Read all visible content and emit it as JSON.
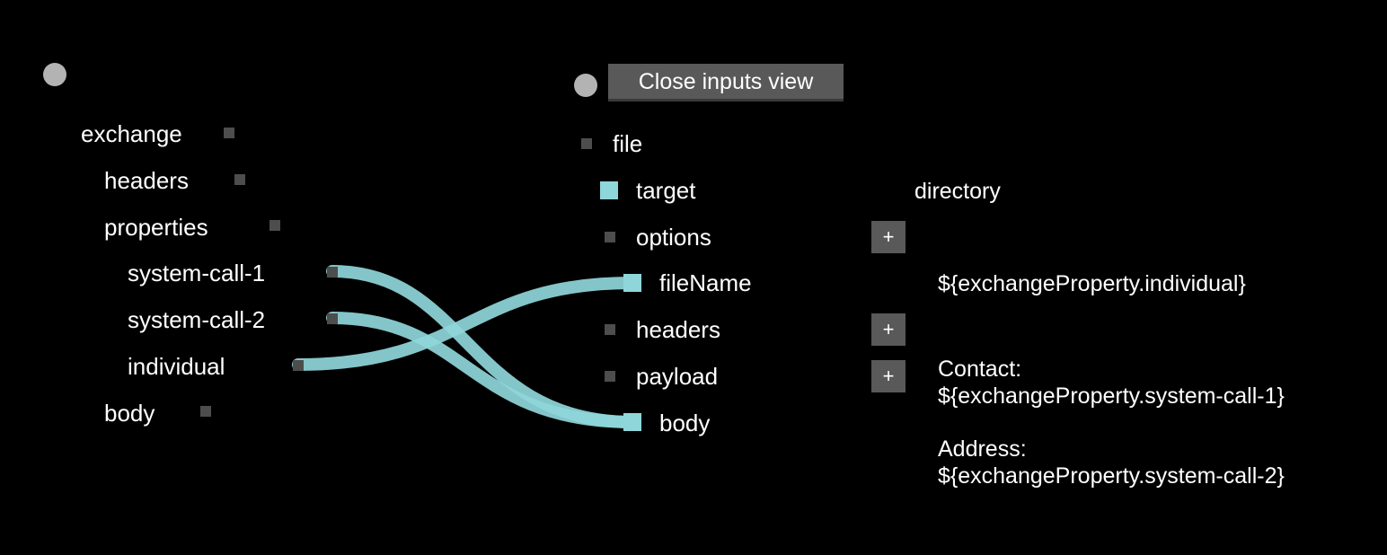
{
  "colors": {
    "background": "#000000",
    "link": "#8fd6da",
    "port": "#4d4d4d",
    "port_connected": "#8fd6da",
    "button": "#595959",
    "handle": "#b3b3b3"
  },
  "source_tree": {
    "root": "exchange",
    "headers": "headers",
    "properties": "properties",
    "system_call_1": "system-call-1",
    "system_call_2": "system-call-2",
    "individual": "individual",
    "body": "body"
  },
  "toolbar": {
    "close_inputs_label": "Close inputs view"
  },
  "target_tree": {
    "root": "file",
    "target": "target",
    "options": "options",
    "fileName": "fileName",
    "headers": "headers",
    "payload": "payload",
    "body": "body",
    "add_label": "+"
  },
  "values": {
    "target": "directory",
    "fileName": "${exchangeProperty.individual}",
    "body_line1": "Contact:",
    "body_line2": "${exchangeProperty.system-call-1}",
    "body_line3": "Address:",
    "body_line4": "${exchangeProperty.system-call-2}"
  },
  "links": [
    {
      "from": "system-call-1",
      "to": "body"
    },
    {
      "from": "system-call-2",
      "to": "body"
    },
    {
      "from": "individual",
      "to": "fileName"
    }
  ]
}
